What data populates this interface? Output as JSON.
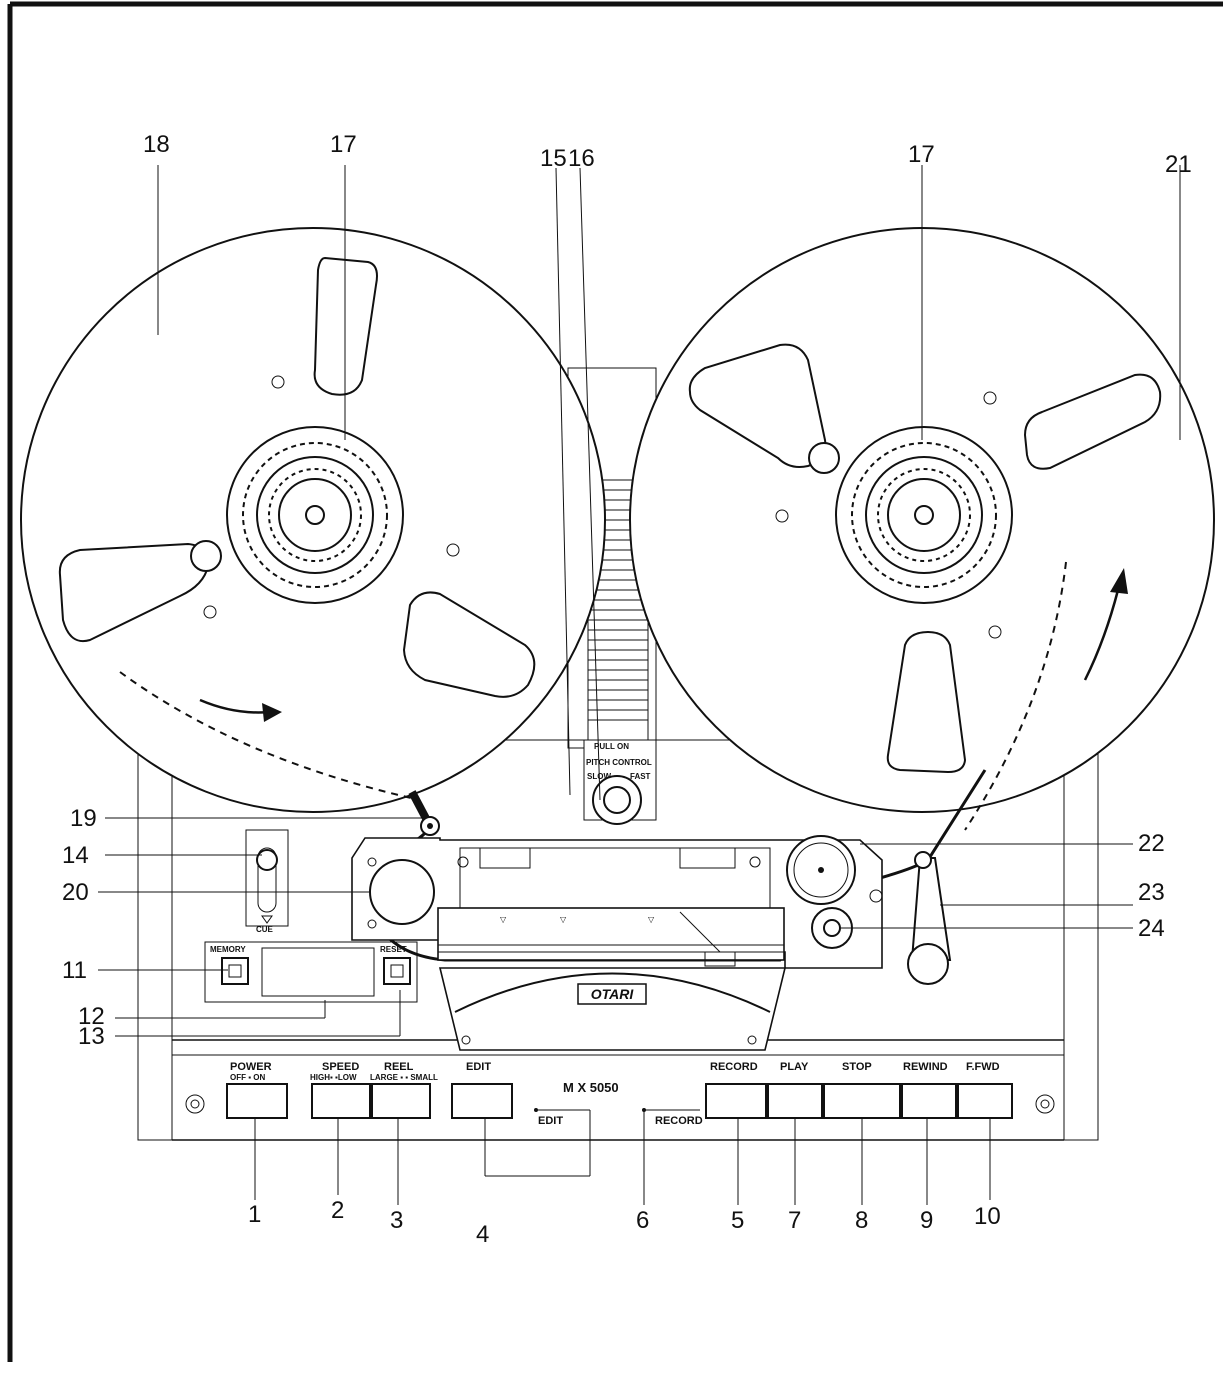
{
  "callouts": {
    "n1": "1",
    "n2": "2",
    "n3": "3",
    "n4": "4",
    "n5": "5",
    "n6": "6",
    "n7": "7",
    "n8": "8",
    "n9": "9",
    "n10": "10",
    "n11": "11",
    "n12": "12",
    "n13": "13",
    "n14": "14",
    "n15": "15",
    "n16": "16",
    "n17a": "17",
    "n17b": "17",
    "n18": "18",
    "n19": "19",
    "n20": "20",
    "n21": "21",
    "n22": "22",
    "n23": "23",
    "n24": "24"
  },
  "panel": {
    "power": "POWER",
    "power_sub": "OFF ▪ ON",
    "speed": "SPEED",
    "speed_sub": "HIGH▪ ▪LOW",
    "reel": "REEL",
    "reel_sub": "LARGE ▪ ▪ SMALL",
    "edit": "EDIT",
    "model": "M X 5050",
    "edit_small": "EDIT",
    "record_small": "RECORD",
    "record": "RECORD",
    "play": "PLAY",
    "stop": "STOP",
    "rewind": "REWIND",
    "ffwd": "F.FWD",
    "memory": "MEMORY",
    "reset": "RESET",
    "cue": "CUE",
    "brand": "OTARI",
    "pull_on": "PULL ON",
    "pitch_control": "PITCH CONTROL",
    "slow": "SLOW",
    "fast": "FAST"
  },
  "colors": {
    "ink": "#111111",
    "paper": "#ffffff"
  }
}
